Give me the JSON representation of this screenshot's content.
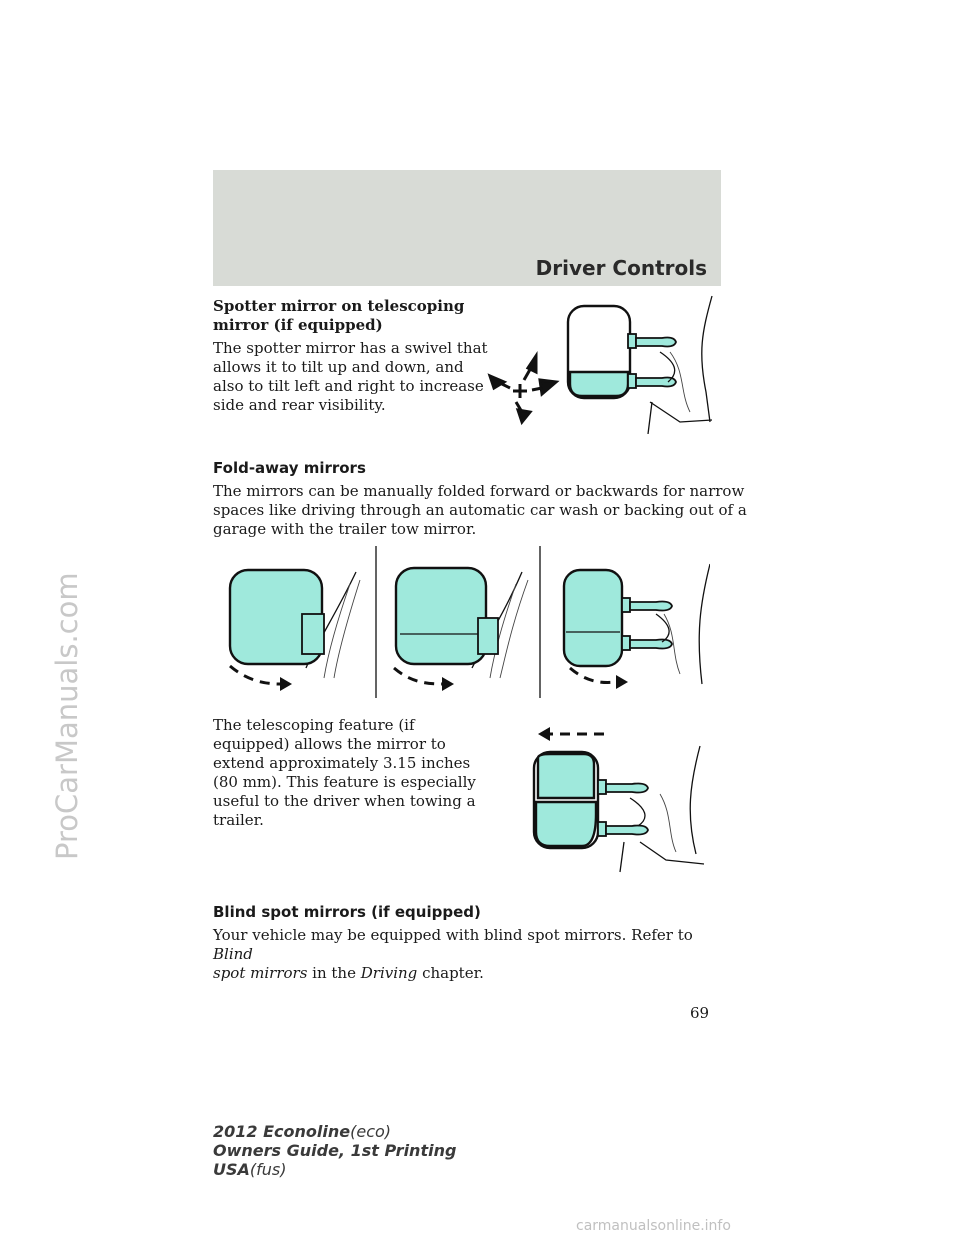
{
  "header": {
    "section_title": "Driver Controls"
  },
  "watermark": "ProCarManuals.com",
  "spotter": {
    "heading_line1": "Spotter mirror on telescoping",
    "heading_line2": "mirror (if equipped)",
    "body": [
      "The spotter mirror has a swivel that",
      "allows it to tilt up and down, and",
      "also to tilt left and right to increase",
      "side and rear visibility."
    ]
  },
  "foldaway": {
    "heading": "Fold-away mirrors",
    "body": [
      "The mirrors can be manually folded forward or backwards for narrow",
      "spaces like driving through an automatic car wash or backing out of a",
      "garage with the trailer tow mirror."
    ]
  },
  "telescoping": {
    "body": [
      "The telescoping feature (if",
      "equipped) allows the mirror to",
      "extend approximately 3.15 inches",
      "(80 mm). This feature is especially",
      "useful to the driver when towing a",
      "trailer."
    ]
  },
  "blindspot": {
    "heading": "Blind spot mirrors (if equipped)",
    "text_a": "Your vehicle may be equipped with blind spot mirrors. Refer to",
    "ref_a": "Blind",
    "ref_b": "spot mirrors",
    "text_b": "in the",
    "ref_c": "Driving",
    "text_c": "chapter."
  },
  "page_number": "69",
  "footer": {
    "model": "2012 Econoline",
    "model_code": "(eco)",
    "guide": "Owners Guide, 1st Printing",
    "market": "USA",
    "market_code": "(fus)"
  },
  "footer_bottom": "carmanualsonline.info"
}
